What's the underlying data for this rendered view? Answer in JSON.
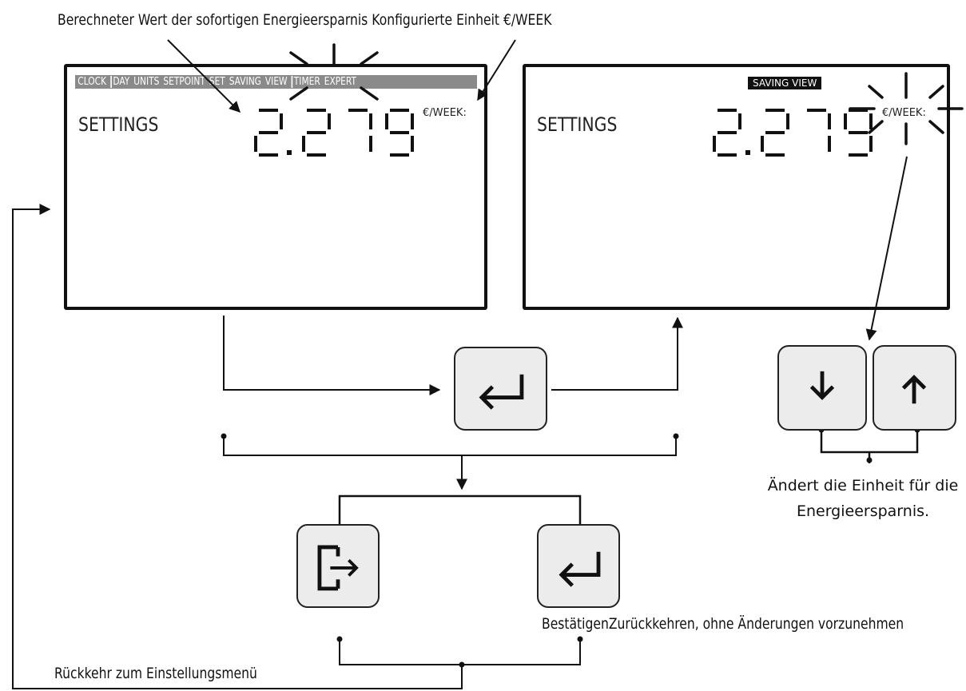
{
  "annotations": {
    "top_left": "Berechneter Wert der sofortigen Energieersparnis",
    "top_right": "Konfigurierte Einheit €/WEEK",
    "change_unit_line1": "Ändert die Einheit für die",
    "change_unit_line2": "Energieersparnis.",
    "confirm": "Bestätigen",
    "return_no_change": "Zurückkehren, ohne Änderungen vorzunehmen",
    "return_settings": "Rückkehr zum Einstellungsmenü"
  },
  "display_left": {
    "menu_items": [
      "CLOCK",
      "DAY",
      "UNITS",
      "SETPOINT",
      "SET",
      "SAVING",
      "VIEW",
      "TIMER",
      "EXPERT"
    ],
    "label": "SETTINGS",
    "value": "2.279",
    "unit": "€/WEEK:"
  },
  "display_right": {
    "badge": "SAVING VIEW",
    "label": "SETTINGS",
    "value": "2.279",
    "unit": "€/WEEK:"
  },
  "keys": {
    "enter_icon": "enter-icon",
    "down_icon": "arrow-down-icon",
    "up_icon": "arrow-up-icon",
    "exit_icon": "exit-icon"
  }
}
